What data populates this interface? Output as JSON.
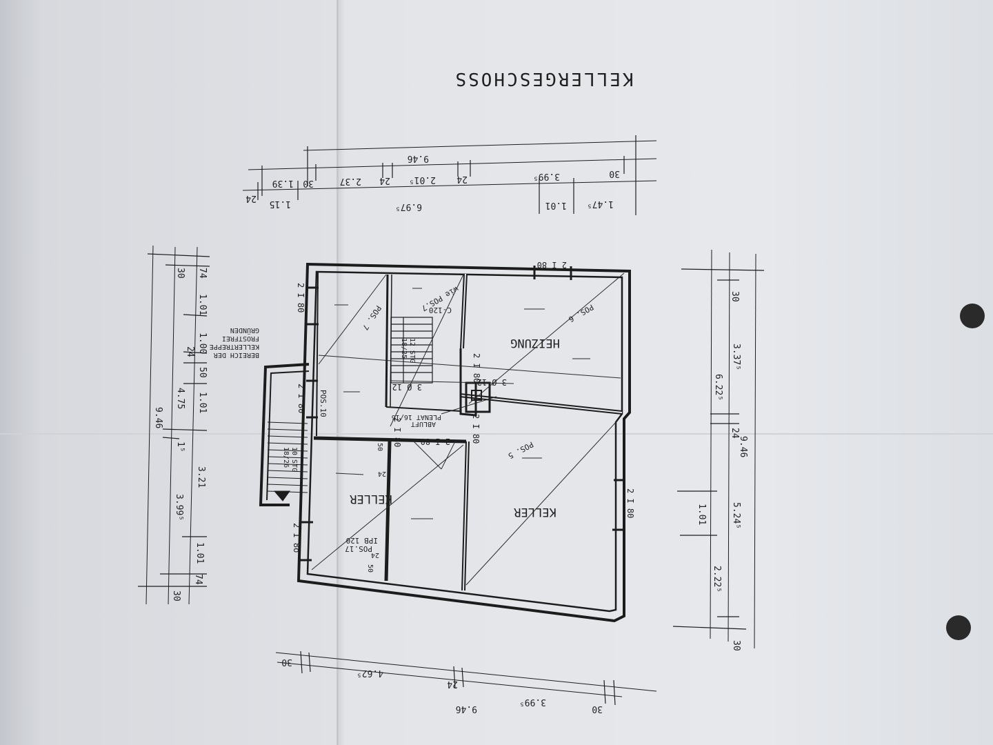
{
  "title": "KELLERGESCHOSS",
  "rooms": {
    "heizung": "HEIZUNG",
    "keller_large": "KELLER",
    "keller_small": "KELLER"
  },
  "positions": {
    "pos5": "POS. 5",
    "pos6": "POS. 6",
    "pos7": "POS. 7",
    "pos10": "POS.10",
    "pos17": "POS.17",
    "ipb": "IPB 120",
    "c120": "C-120",
    "wie_pos7": "wie POS.7"
  },
  "notes": {
    "abluft": "ABLUFT",
    "plenat": "PLENAT 16/16",
    "stairs1": "10 STG",
    "stairs1b": "18/26",
    "stairs2": "12 STG",
    "stairs2b": "18/25",
    "bereich1": "BEREICH DER",
    "bereich2": "KELLERTREPPE",
    "bereich3": "FROSTFREI",
    "bereich4": "GRÜNDEN"
  },
  "openings": {
    "o1": "2 I 80",
    "o2": "2 I 80",
    "o3": "2 I 80",
    "o4": "2 I 80",
    "o5": "2 I 8o",
    "o6": "2 I 80",
    "o7": "2 I 80",
    "o8": "2 I 80",
    "o9": "2 I 80",
    "o10": "3 Ø 12",
    "o11": "3 Ø 12"
  },
  "dims_top": {
    "total": "9.46",
    "d30a": "30",
    "d3995": "3.99⁵",
    "d24a": "24",
    "d2015": "2.01⁵",
    "d24b": "24",
    "d237": "2.37",
    "d30b": "30",
    "d139": "1.39",
    "d1475": "1.47⁵",
    "d101": "1.01",
    "d6975": "6.97⁵",
    "d115": "1.15",
    "d24c": "24"
  },
  "dims_left": {
    "total": "9.46",
    "d30a": "30",
    "d74a": "74",
    "d101a": "1.01",
    "d100": "1.00",
    "d24": "24",
    "d50": "50",
    "d101b": "1.01",
    "d475": "4.75",
    "d15": "1⁵",
    "d321": "3.21",
    "d3995": "3.99⁵",
    "d101c": "1.01",
    "d74b": "74",
    "d30b": "30"
  },
  "dims_right": {
    "total": "9.46",
    "d30a": "30",
    "d3375": "3.37⁵",
    "d6225": "6.22⁵",
    "d24": "24",
    "d101": "1.01",
    "d5245": "5.24⁵",
    "d2225": "2.22⁵",
    "d30b": "30"
  },
  "dims_bottom": {
    "total": "9.46",
    "d30a": "30",
    "d4625": "4.62⁵",
    "d24": "24",
    "d3995": "3.99⁵",
    "d30b": "30"
  },
  "inner": {
    "d24a": "24",
    "d24b": "24",
    "d50a": "50",
    "d50b": "50"
  }
}
